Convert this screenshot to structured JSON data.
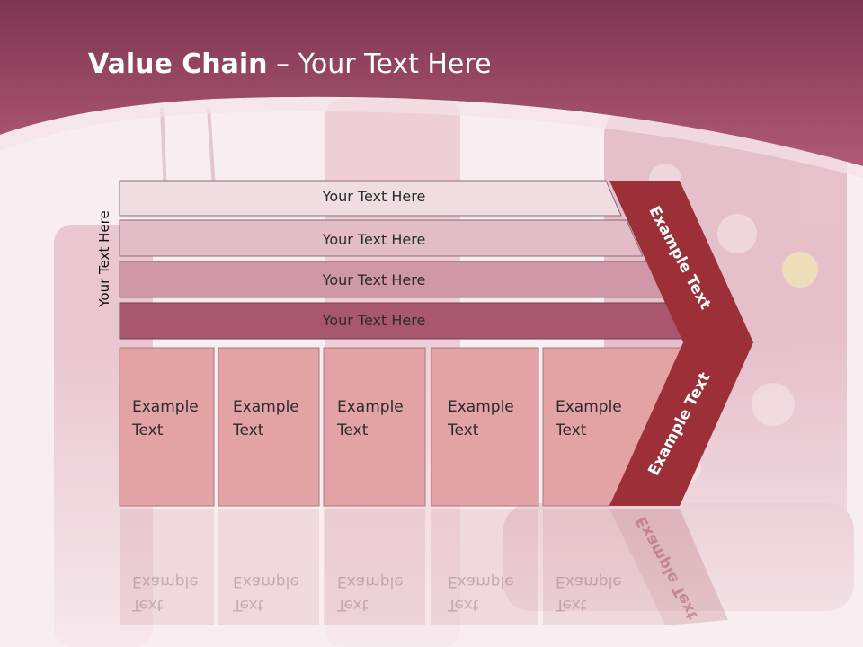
{
  "slide": {
    "title_bold": "Value Chain",
    "title_rest": " – Your Text Here",
    "side_label": "Your Text Here"
  },
  "rows": [
    {
      "label": "Your Text Here",
      "color": "#f0dde2"
    },
    {
      "label": "Your Text Here",
      "color": "#e2bcc7"
    },
    {
      "label": "Your Text Here",
      "color": "#cf97a8"
    },
    {
      "label": "Your Text Here",
      "color": "#a8576f"
    }
  ],
  "columns": [
    {
      "line1": "Example",
      "line2": "Text"
    },
    {
      "line1": "Example",
      "line2": "Text"
    },
    {
      "line1": "Example",
      "line2": "Text"
    },
    {
      "line1": "Example",
      "line2": "Text"
    },
    {
      "line1": "Example",
      "line2": "Text"
    }
  ],
  "arrow": {
    "upper_label": "Example Text",
    "lower_label": "Example Text",
    "color": "#9c2f38"
  },
  "colors": {
    "header": "#9e4a64",
    "column_fill": "#e3a3a5"
  }
}
